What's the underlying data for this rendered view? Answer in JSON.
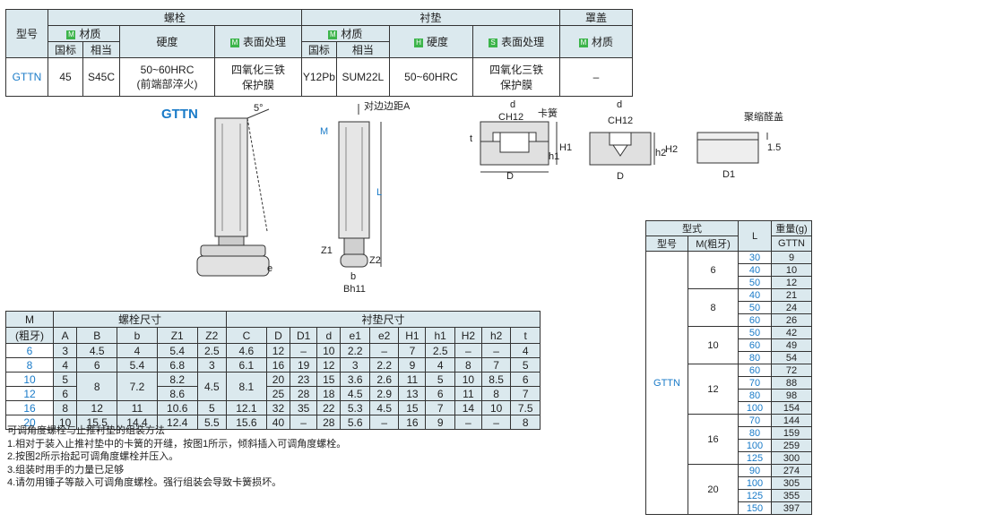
{
  "spec": {
    "h_model": "型号",
    "h_bolt": "螺栓",
    "h_pad": "衬垫",
    "h_cap": "罩盖",
    "h_material": "材质",
    "h_hardness": "硬度",
    "h_surface": "表面处理",
    "h_gb": "国标",
    "h_equiv": "相当",
    "mk_m": "M",
    "mk_h": "H",
    "mk_s": "S",
    "row": {
      "model": "GTTN",
      "bolt_gb": "45",
      "bolt_eq": "S45C",
      "bolt_hard_1": "50~60HRC",
      "bolt_hard_2": "(前端部淬火)",
      "bolt_surf_1": "四氧化三铁",
      "bolt_surf_2": "保护膜",
      "pad_gb": "Y12Pb",
      "pad_eq": "SUM22L",
      "pad_hard": "50~60HRC",
      "pad_surf_1": "四氧化三铁",
      "pad_surf_2": "保护膜",
      "cap_mat": "–"
    }
  },
  "drawing": {
    "title": "GTTN",
    "angle": "5°",
    "label_e": "e",
    "label_M": "M",
    "label_across": "对边边距A",
    "label_L": "L",
    "label_Z1": "Z1",
    "label_Z2": "Z2",
    "label_b": "b",
    "label_Bh11": "Bh11",
    "label_d": "d",
    "label_CH12": "CH12",
    "label_spring": "卡簧",
    "label_t": "t",
    "label_H1": "H1",
    "label_h1": "h1",
    "label_D": "D",
    "label_h2": "h2",
    "label_H2": "H2",
    "label_cap": "聚缩醛盖",
    "label_15": "1.5",
    "label_D1": "D1"
  },
  "dims": {
    "h_M": "M",
    "h_M2": "(粗牙)",
    "h_bolt": "螺栓尺寸",
    "h_pad": "衬垫尺寸",
    "cols": [
      "A",
      "B",
      "b",
      "Z1",
      "Z2",
      "C",
      "D",
      "D1",
      "d",
      "e1",
      "e2",
      "H1",
      "h1",
      "H2",
      "h2",
      "t"
    ],
    "rows": [
      {
        "m": "6",
        "A": "3",
        "B": "4.5",
        "b": "4",
        "Z1": "5.4",
        "Z2": "2.5",
        "C": "4.6",
        "D": "12",
        "D1": "–",
        "d": "10",
        "e1": "2.2",
        "e2": "–",
        "H1": "7",
        "h1": "2.5",
        "H2": "–",
        "h2": "–",
        "t": "4"
      },
      {
        "m": "8",
        "A": "4",
        "B": "6",
        "b": "5.4",
        "Z1": "6.8",
        "Z2": "3",
        "C": "6.1",
        "D": "16",
        "D1": "19",
        "d": "12",
        "e1": "3",
        "e2": "2.2",
        "H1": "9",
        "h1": "4",
        "H2": "8",
        "h2": "7",
        "t": "5"
      },
      {
        "m": "10",
        "A": "5",
        "B": "8",
        "b": "7.2",
        "Z1": "8.2",
        "Z2": "4.5",
        "C": "8.1",
        "D": "20",
        "D1": "23",
        "d": "15",
        "e1": "3.6",
        "e2": "2.6",
        "H1": "11",
        "h1": "5",
        "H2": "10",
        "h2": "8.5",
        "t": "6"
      },
      {
        "m": "12",
        "A": "6",
        "B": "",
        "b": "",
        "Z1": "8.6",
        "Z2": "",
        "C": "",
        "D": "25",
        "D1": "28",
        "d": "18",
        "e1": "4.5",
        "e2": "2.9",
        "H1": "13",
        "h1": "6",
        "H2": "11",
        "h2": "8",
        "t": "7"
      },
      {
        "m": "16",
        "A": "8",
        "B": "12",
        "b": "11",
        "Z1": "10.6",
        "Z2": "5",
        "C": "12.1",
        "D": "32",
        "D1": "35",
        "d": "22",
        "e1": "5.3",
        "e2": "4.5",
        "H1": "15",
        "h1": "7",
        "H2": "14",
        "h2": "10",
        "t": "7.5"
      },
      {
        "m": "20",
        "A": "10",
        "B": "15.5",
        "b": "14.4",
        "Z1": "12.4",
        "Z2": "5.5",
        "C": "15.6",
        "D": "40",
        "D1": "–",
        "d": "28",
        "e1": "5.6",
        "e2": "–",
        "H1": "16",
        "h1": "9",
        "H2": "–",
        "h2": "–",
        "t": "8"
      }
    ]
  },
  "notes": [
    "可调角度螺栓与止推衬垫的组装方法",
    "1.相对于装入止推衬垫中的卡簧的开缝，按图1所示，倾斜插入可调角度螺栓。",
    "2.按图2所示抬起可调角度螺栓并压入。",
    "3.组装时用手的力量已足够",
    "4.请勿用锤子等敲入可调角度螺栓。强行组装会导致卡簧损坏。"
  ],
  "weight": {
    "h_type": "型式",
    "h_model": "型号",
    "h_m": "M(粗牙)",
    "h_L": "L",
    "h_wt": "重量(g)",
    "h_wt2": "GTTN",
    "model": "GTTN",
    "groups": [
      {
        "m": "6",
        "rows": [
          [
            "30",
            "9"
          ],
          [
            "40",
            "10"
          ],
          [
            "50",
            "12"
          ]
        ]
      },
      {
        "m": "8",
        "rows": [
          [
            "40",
            "21"
          ],
          [
            "50",
            "24"
          ],
          [
            "60",
            "26"
          ]
        ]
      },
      {
        "m": "10",
        "rows": [
          [
            "50",
            "42"
          ],
          [
            "60",
            "49"
          ],
          [
            "80",
            "54"
          ]
        ]
      },
      {
        "m": "12",
        "rows": [
          [
            "60",
            "72"
          ],
          [
            "70",
            "88"
          ],
          [
            "80",
            "98"
          ],
          [
            "100",
            "154"
          ]
        ]
      },
      {
        "m": "16",
        "rows": [
          [
            "70",
            "144"
          ],
          [
            "80",
            "159"
          ],
          [
            "100",
            "259"
          ],
          [
            "125",
            "300"
          ]
        ]
      },
      {
        "m": "20",
        "rows": [
          [
            "90",
            "274"
          ],
          [
            "100",
            "305"
          ],
          [
            "125",
            "355"
          ],
          [
            "150",
            "397"
          ]
        ]
      }
    ]
  }
}
